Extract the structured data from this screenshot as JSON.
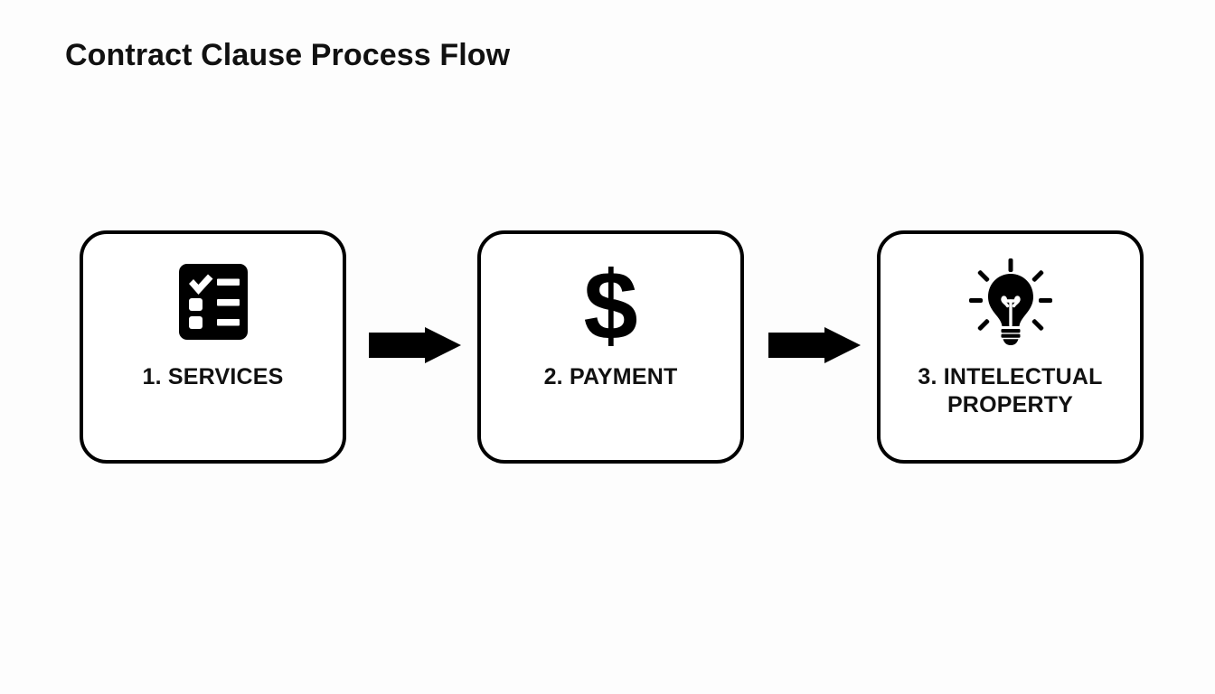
{
  "page": {
    "title": "Contract Clause Process Flow",
    "background_color": "#fdfdfd",
    "foreground_color": "#000000",
    "text_color": "#111111"
  },
  "diagram_data": {
    "type": "process-flow",
    "orientation": "horizontal",
    "title": "Contract Clause Process Flow",
    "node_count": 3,
    "connector_count": 2,
    "connector_style": "solid-block-arrow",
    "node_shape": "rounded-rectangle",
    "nodes": [
      {
        "index": 1,
        "number": "1.",
        "name": "SERVICES",
        "label": "1. SERVICES",
        "label_lines": [
          "1. SERVICES"
        ],
        "icon": "checklist-icon"
      },
      {
        "index": 2,
        "number": "2.",
        "name": "PAYMENT",
        "label": "2. PAYMENT",
        "label_lines": [
          "2. PAYMENT"
        ],
        "icon": "dollar-sign-icon",
        "icon_glyph": "$"
      },
      {
        "index": 3,
        "number": "3.",
        "name": "INTELECTUAL PROPERTY",
        "label": "3. INTELECTUAL PROPERTY",
        "label_lines": [
          "3. INTELECTUAL",
          "PROPERTY"
        ],
        "icon": "lightbulb-icon"
      }
    ],
    "connectors": [
      {
        "index": 1,
        "from": "1. SERVICES",
        "to": "2. PAYMENT",
        "label": ""
      },
      {
        "index": 2,
        "from": "2. PAYMENT",
        "to": "3. INTELECTUAL PROPERTY",
        "label": ""
      }
    ]
  }
}
